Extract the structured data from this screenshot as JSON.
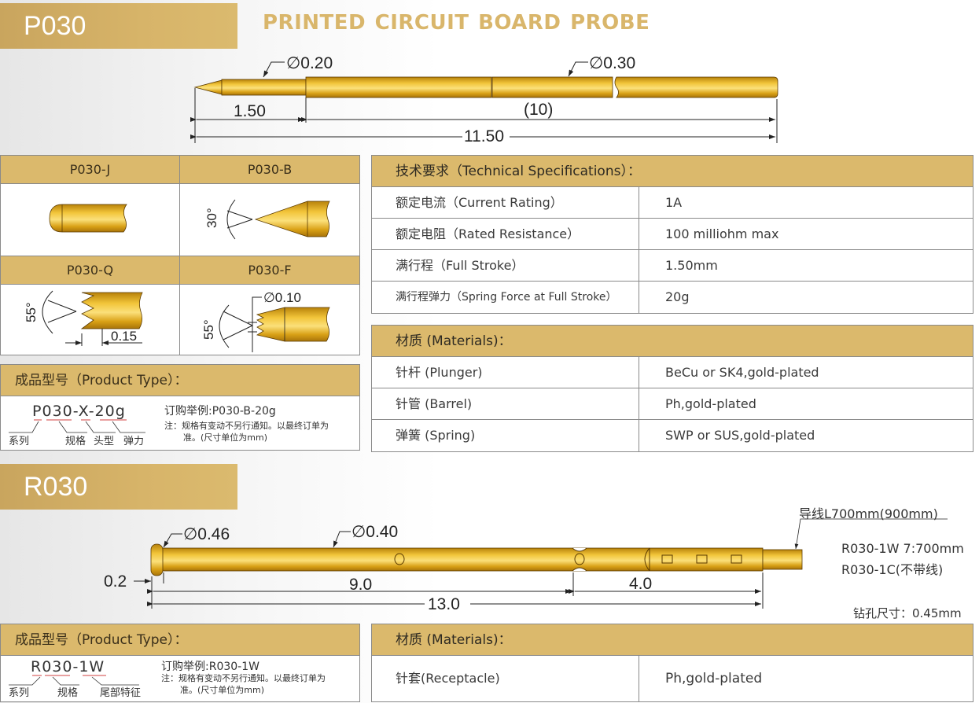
{
  "header": {
    "section1_code": "P030",
    "title": "PRINTED CIRCUIT BOARD  PROBE",
    "section2_code": "R030"
  },
  "colors": {
    "gold": "#dbb96c",
    "probe_gold": "#e0a914",
    "title_gold": "#d9b66b",
    "border": "#8a8a8a"
  },
  "p030_drawing": {
    "tip_diameter": "∅0.20",
    "body_diameter": "∅0.30",
    "tip_length": "1.50",
    "body_length": "(10)",
    "total_length": "11.50"
  },
  "tip_types": [
    {
      "label": "P030-J",
      "icon": "rounded-tip"
    },
    {
      "label": "P030-B",
      "icon": "cone-tip",
      "angle": "30°"
    },
    {
      "label": "P030-Q",
      "icon": "crown-tip",
      "angle": "55°",
      "dim": "0.15"
    },
    {
      "label": "P030-F",
      "icon": "crown-cone-tip",
      "angle": "55°",
      "dim": "∅0.10"
    }
  ],
  "p030_product_type": {
    "header": "成品型号（Product Type）：",
    "code": "P030-X-20g",
    "parts": [
      "系列",
      "规格",
      "头型",
      "弹力"
    ],
    "order_example": "订购举例:P030-B-20g",
    "note_line1": "注：规格有变动不另行通知。以最终订单为",
    "note_line2": "准。(尺寸单位为mm)"
  },
  "tech_specs": {
    "header": "技术要求（Technical Specifications）：",
    "rows": [
      {
        "key": "额定电流（Current Rating）",
        "value": "1A"
      },
      {
        "key": "额定电阻（Rated Resistance）",
        "value": "100 milliohm max"
      },
      {
        "key": "满行程（Full Stroke）",
        "value": "1.50mm"
      },
      {
        "key": "满行程弹力（Spring Force at Full Stroke）",
        "value": "20g"
      }
    ]
  },
  "p030_materials": {
    "header": "材质 (Materials)：",
    "rows": [
      {
        "key": "针杆 (Plunger)",
        "value": "BeCu or SK4,gold-plated"
      },
      {
        "key": "针管 (Barrel)",
        "value": "Ph,gold-plated"
      },
      {
        "key": "弹簧 (Spring)",
        "value": "SWP or SUS,gold-plated"
      }
    ]
  },
  "r030_drawing": {
    "head_diameter": "∅0.46",
    "body_diameter": "∅0.40",
    "head_width": "0.2",
    "len_a": "9.0",
    "len_b": "4.0",
    "total_length": "13.0",
    "wire_label": "导线L700mm(900mm)",
    "variant1": "R030-1W 7:700mm",
    "variant2": "R030-1C(不带线)",
    "drill_size": "钻孔尺寸：0.45mm"
  },
  "r030_product_type": {
    "header": "成品型号（Product Type）：",
    "code": "R030-1W",
    "parts": [
      "系列",
      "规格",
      "尾部特征"
    ],
    "order_example": "订购举例:R030-1W",
    "note_line1": "注：规格有变动不另行通知。以最终订单为",
    "note_line2": "准。(尺寸单位为mm)"
  },
  "r030_materials": {
    "header": "材质 (Materials)：",
    "rows": [
      {
        "key": "针套(Receptacle)",
        "value": "Ph,gold-plated"
      }
    ]
  }
}
